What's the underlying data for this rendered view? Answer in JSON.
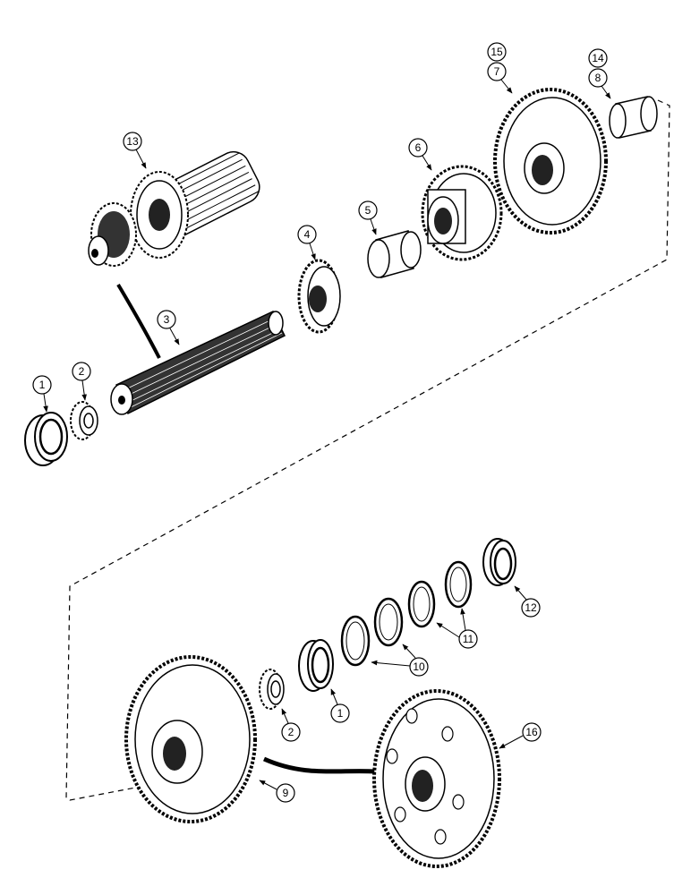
{
  "callouts": {
    "c1a": "1",
    "c2a": "2",
    "c3": "3",
    "c4": "4",
    "c5": "5",
    "c6": "6",
    "c7": "7",
    "c15": "15",
    "c8": "8",
    "c14": "14",
    "c13": "13",
    "c12": "12",
    "c11": "11",
    "c10": "10",
    "c1b": "1",
    "c2b": "2",
    "c9": "9",
    "c16": "16"
  },
  "colors": {
    "ink": "#000000",
    "paper": "#ffffff"
  },
  "icons": [
    "gear",
    "shaft",
    "bearing-cup",
    "bearing-cone",
    "bushing",
    "shim",
    "arrow"
  ]
}
